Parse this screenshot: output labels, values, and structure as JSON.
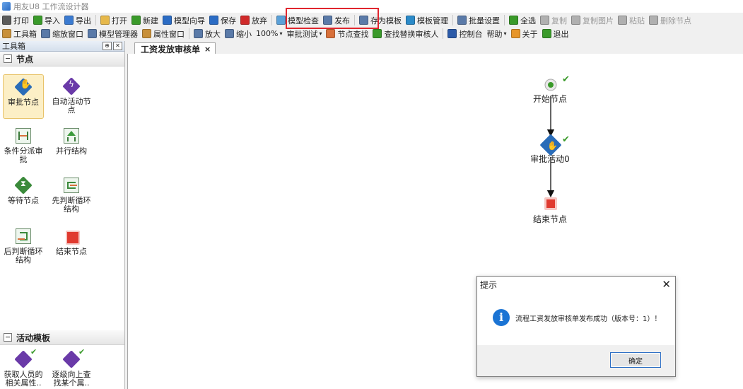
{
  "window": {
    "title": "用友U8 工作流设计器"
  },
  "toolbar1": [
    {
      "label": "打印",
      "icon": "print-icon",
      "color": "#5a5a5a"
    },
    {
      "label": "导入",
      "icon": "import-icon",
      "color": "#3a9a2a"
    },
    {
      "label": "导出",
      "icon": "export-icon",
      "color": "#3a7ad0"
    },
    {
      "label": "打开",
      "icon": "folder-open-icon",
      "color": "#e6b84a"
    },
    {
      "label": "新建",
      "icon": "new-icon",
      "color": "#3a9a2a"
    },
    {
      "label": "模型向导",
      "icon": "wizard-arrow-icon",
      "color": "#2b6cc4"
    },
    {
      "label": "保存",
      "icon": "save-icon",
      "color": "#2b6cc4"
    },
    {
      "label": "放弃",
      "icon": "discard-icon",
      "color": "#d02a2a"
    },
    {
      "label": "模型检查",
      "icon": "model-check-icon",
      "color": "#5aa0d8"
    },
    {
      "label": "发布",
      "icon": "publish-icon",
      "color": "#5a7aa8"
    },
    {
      "label": "存为模板",
      "icon": "save-template-icon",
      "color": "#5a7aa8"
    },
    {
      "label": "模板管理",
      "icon": "template-manage-icon",
      "color": "#2b8ac8"
    },
    {
      "label": "批量设置",
      "icon": "batch-settings-icon",
      "color": "#5a7aa8"
    },
    {
      "label": "全选",
      "icon": "select-all-icon",
      "color": "#3a9a2a"
    },
    {
      "label": "复制",
      "icon": "copy-icon",
      "color": "#b0b0b0",
      "disabled": true
    },
    {
      "label": "复制图片",
      "icon": "copy-image-icon",
      "color": "#b0b0b0",
      "disabled": true
    },
    {
      "label": "粘贴",
      "icon": "paste-icon",
      "color": "#b0b0b0",
      "disabled": true
    },
    {
      "label": "删除节点",
      "icon": "delete-node-icon",
      "color": "#b0b0b0",
      "disabled": true
    }
  ],
  "toolbar2": [
    {
      "label": "工具箱",
      "icon": "toolbox-icon",
      "color": "#c8903a"
    },
    {
      "label": "缩放窗口",
      "icon": "zoom-window-icon",
      "color": "#5a7aa8"
    },
    {
      "label": "模型管理器",
      "icon": "model-manager-icon",
      "color": "#5a7aa8"
    },
    {
      "label": "属性窗口",
      "icon": "properties-icon",
      "color": "#c8903a"
    },
    {
      "label": "放大",
      "icon": "zoom-in-icon",
      "color": "#5a7aa8"
    },
    {
      "label": "缩小",
      "icon": "zoom-out-icon",
      "color": "#5a7aa8"
    },
    {
      "label": "100%",
      "icon": "",
      "dropdown": true
    },
    {
      "label": "审批测试",
      "icon": "",
      "dropdown": true
    },
    {
      "label": "节点查找",
      "icon": "node-search-icon",
      "color": "#d8703a"
    },
    {
      "label": "查找替换审核人",
      "icon": "find-replace-icon",
      "color": "#3a9a2a"
    },
    {
      "label": "控制台",
      "icon": "console-icon",
      "color": "#2b5aa8"
    },
    {
      "label": "帮助",
      "icon": "",
      "dropdown": true
    },
    {
      "label": "关于",
      "icon": "about-icon",
      "color": "#e6952a"
    },
    {
      "label": "退出",
      "icon": "exit-icon",
      "color": "#3a9a2a"
    }
  ],
  "toolbox": {
    "title": "工具箱",
    "section_nodes": "节点",
    "items": [
      {
        "label": "审批节点",
        "icon": "approval-node-icon"
      },
      {
        "label": "自动活动节点",
        "icon": "auto-activity-node-icon"
      },
      {
        "label": "条件分派审批",
        "icon": "conditional-dispatch-icon"
      },
      {
        "label": "并行结构",
        "icon": "parallel-structure-icon"
      },
      {
        "label": "等待节点",
        "icon": "wait-node-icon"
      },
      {
        "label": "先判断循环结构",
        "icon": "pre-test-loop-icon"
      },
      {
        "label": "后判断循环结构",
        "icon": "post-test-loop-icon"
      },
      {
        "label": "结束节点",
        "icon": "end-node-icon"
      }
    ],
    "section_templates": "活动模板",
    "templates": [
      {
        "label": "获取人员的相关属性..",
        "icon": "get-person-attr-icon"
      },
      {
        "label": "逐级向上查找某个属..",
        "icon": "find-upward-attr-icon"
      }
    ]
  },
  "document_tab": {
    "label": "工资发放审核单",
    "close": "×"
  },
  "workflow": {
    "start_label": "开始节点",
    "approval_label": "审批活动0",
    "end_label": "结束节点"
  },
  "dialog": {
    "title": "提示",
    "close": "✕",
    "message": "流程工资发放审核单发布成功（版本号：1）！",
    "ok_label": "确定"
  },
  "colors": {
    "highlight": "#e0262e",
    "diamond_blue": "#2a6cb8",
    "diamond_purple": "#6a3aa8",
    "diamond_green": "#3a8a3a",
    "end_red": "#e03a2f"
  }
}
